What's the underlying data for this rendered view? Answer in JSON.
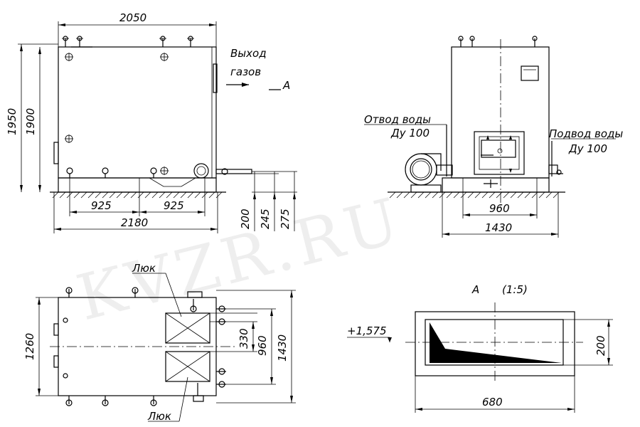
{
  "watermark": "KVZR.RU",
  "front_view": {
    "dims": {
      "width_top": "2050",
      "height_outer": "1950",
      "height_inner": "1900",
      "span_left": "925",
      "span_right": "925",
      "width_bottom": "2180",
      "h1": "200",
      "h2": "245",
      "h3": "275"
    },
    "gas_outlet_line1": "Выход",
    "gas_outlet_line2": "газов",
    "section_mark": "A"
  },
  "side_view": {
    "water_out_line1": "Отвод воды",
    "water_out_line2": "Ду 100",
    "water_in_line1": "Подвод воды",
    "water_in_line2": "Ду 100",
    "dims": {
      "inner": "960",
      "outer": "1430"
    }
  },
  "top_view": {
    "hatch_top_label": "Люк",
    "hatch_bottom_label": "Люк",
    "dims": {
      "left": "1260",
      "d330": "330",
      "d960": "960",
      "d1430": "1430"
    }
  },
  "detail_a": {
    "title": "A",
    "scale": "(1:5)",
    "level": "+1,575",
    "width": "680",
    "height": "200"
  }
}
